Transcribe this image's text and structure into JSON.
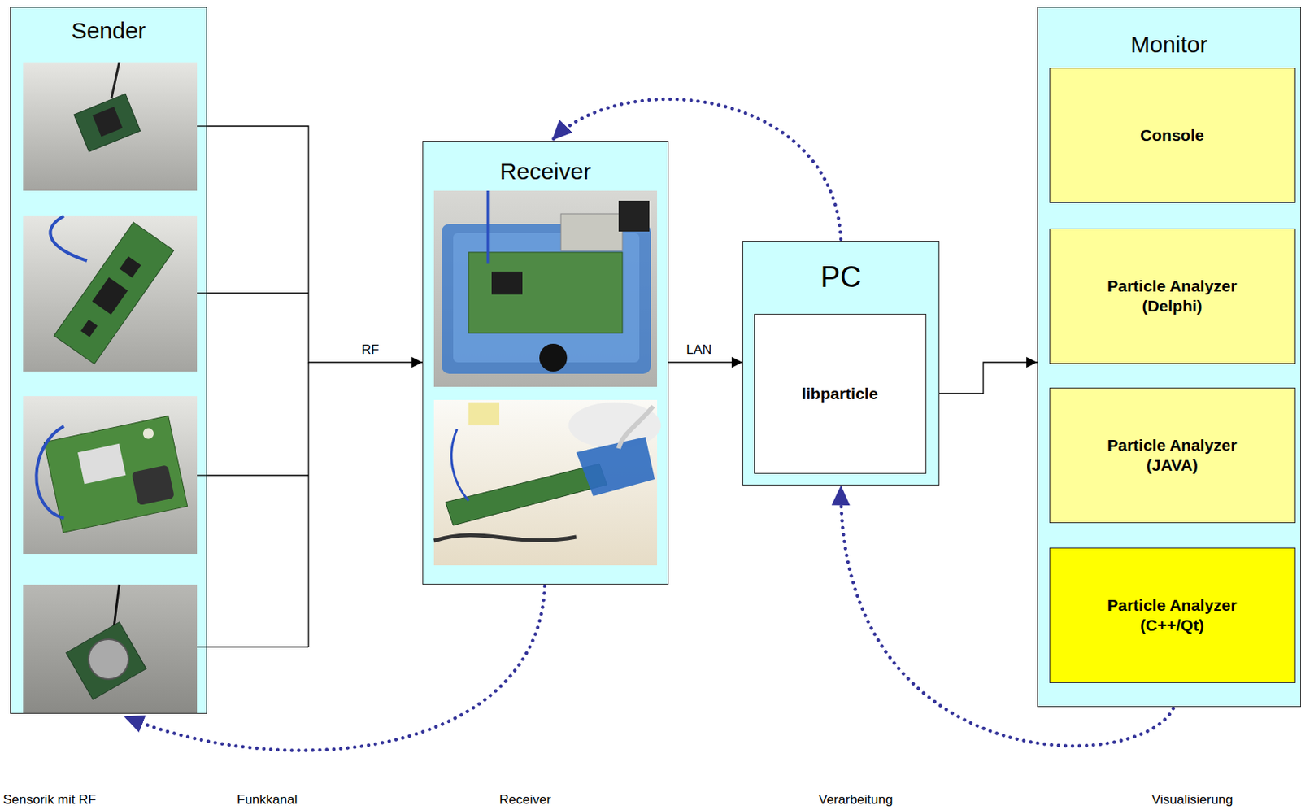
{
  "diagram": {
    "nodes": [
      {
        "text": [
          "Sender"
        ]
      },
      {
        "text": [
          "Receiver"
        ]
      },
      {
        "text": [
          "PC"
        ]
      },
      {
        "text": [
          "libparticle"
        ],
        "in": 2
      },
      {
        "text": [
          "Monitor"
        ]
      },
      {
        "text": [
          "Console"
        ],
        "in": 4
      },
      {
        "text": [
          "Particle Analyzer (Delphi)"
        ],
        "in": 4
      },
      {
        "text": [
          "Particle Analyzer (JAVA)"
        ],
        "in": 4
      },
      {
        "text": [
          "Particle Analyzer (C++/Qt)"
        ],
        "in": 4
      }
    ],
    "edges": [
      {
        "from": 0,
        "to": 1,
        "label": "RF",
        "arrow": "to"
      },
      {
        "from": 1,
        "to": 2,
        "label": "LAN",
        "arrow": "to"
      },
      {
        "from": 3,
        "to": 4,
        "arrow": "to"
      },
      {
        "from": 2,
        "to": 1,
        "arrow": "to"
      },
      {
        "from": 1,
        "to": 0,
        "arrow": "to"
      },
      {
        "from": 4,
        "to": 2,
        "arrow": "to"
      }
    ],
    "labels": [
      "Sensorik mit RF",
      "Funkkanal",
      "Receiver",
      "Verarbeitung",
      "Visualisierung"
    ]
  }
}
